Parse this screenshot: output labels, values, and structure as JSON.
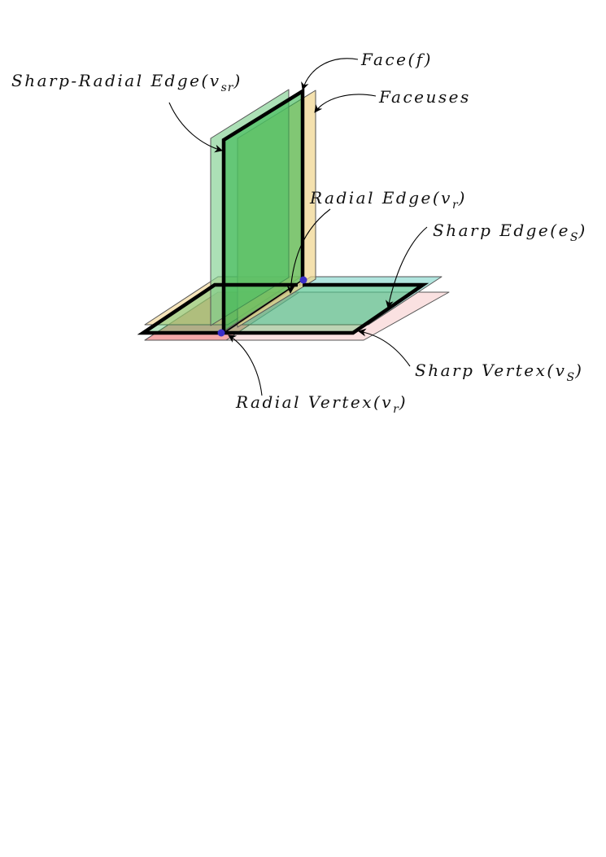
{
  "colors": {
    "face_green": "#33b64c",
    "faceuse_green": "#7fcf8f",
    "faceuse_orange": "#f0d48c",
    "faceuse_teal": "#6fd0c2",
    "faceuse_pink": "#f4bcbc",
    "faceuse_red": "#ee7a7a",
    "vertex_blue": "#3b2fc9"
  },
  "labels": {
    "face": "Face(f)",
    "faceuses": "Faceuses",
    "sharp_radial_edge": {
      "main": "Sharp-Radial Edge(v",
      "sub": "sr",
      "close": ")"
    },
    "radial_edge": {
      "main": "Radial Edge(v",
      "sub": "r",
      "close": ")"
    },
    "sharp_edge": {
      "main": "Sharp Edge(e",
      "sub": "S",
      "close": ")"
    },
    "sharp_vertex": {
      "main": "Sharp Vertex(v",
      "sub": "S",
      "close": ")"
    },
    "radial_vertex": {
      "main": "Radial Vertex(v",
      "sub": "r",
      "close": ")"
    }
  }
}
